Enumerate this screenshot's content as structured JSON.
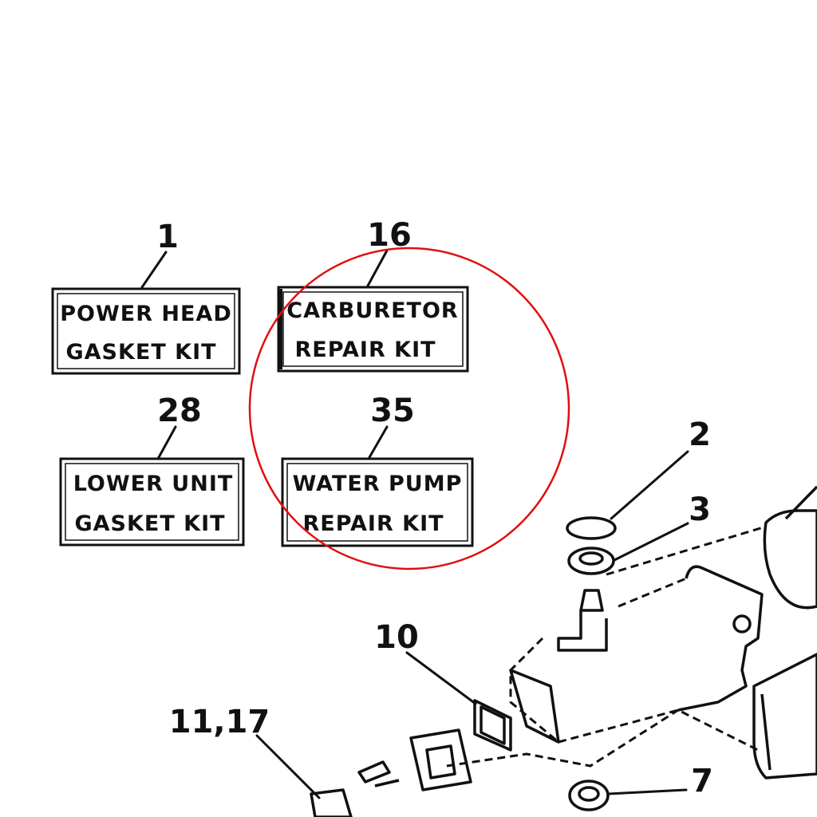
{
  "kits": [
    {
      "ref": "1",
      "line1": "POWER HEAD",
      "line2": "GASKET KIT"
    },
    {
      "ref": "16",
      "line1": "CARBURETOR",
      "line2": "REPAIR KIT"
    },
    {
      "ref": "28",
      "line1": "LOWER UNIT",
      "line2": "GASKET KIT"
    },
    {
      "ref": "35",
      "line1": "WATER PUMP",
      "line2": "REPAIR KIT"
    }
  ],
  "callouts": {
    "c2": "2",
    "c3": "3",
    "c10": "10",
    "c11": "11,17",
    "c7": "7"
  },
  "highlight_color": "#e01010"
}
